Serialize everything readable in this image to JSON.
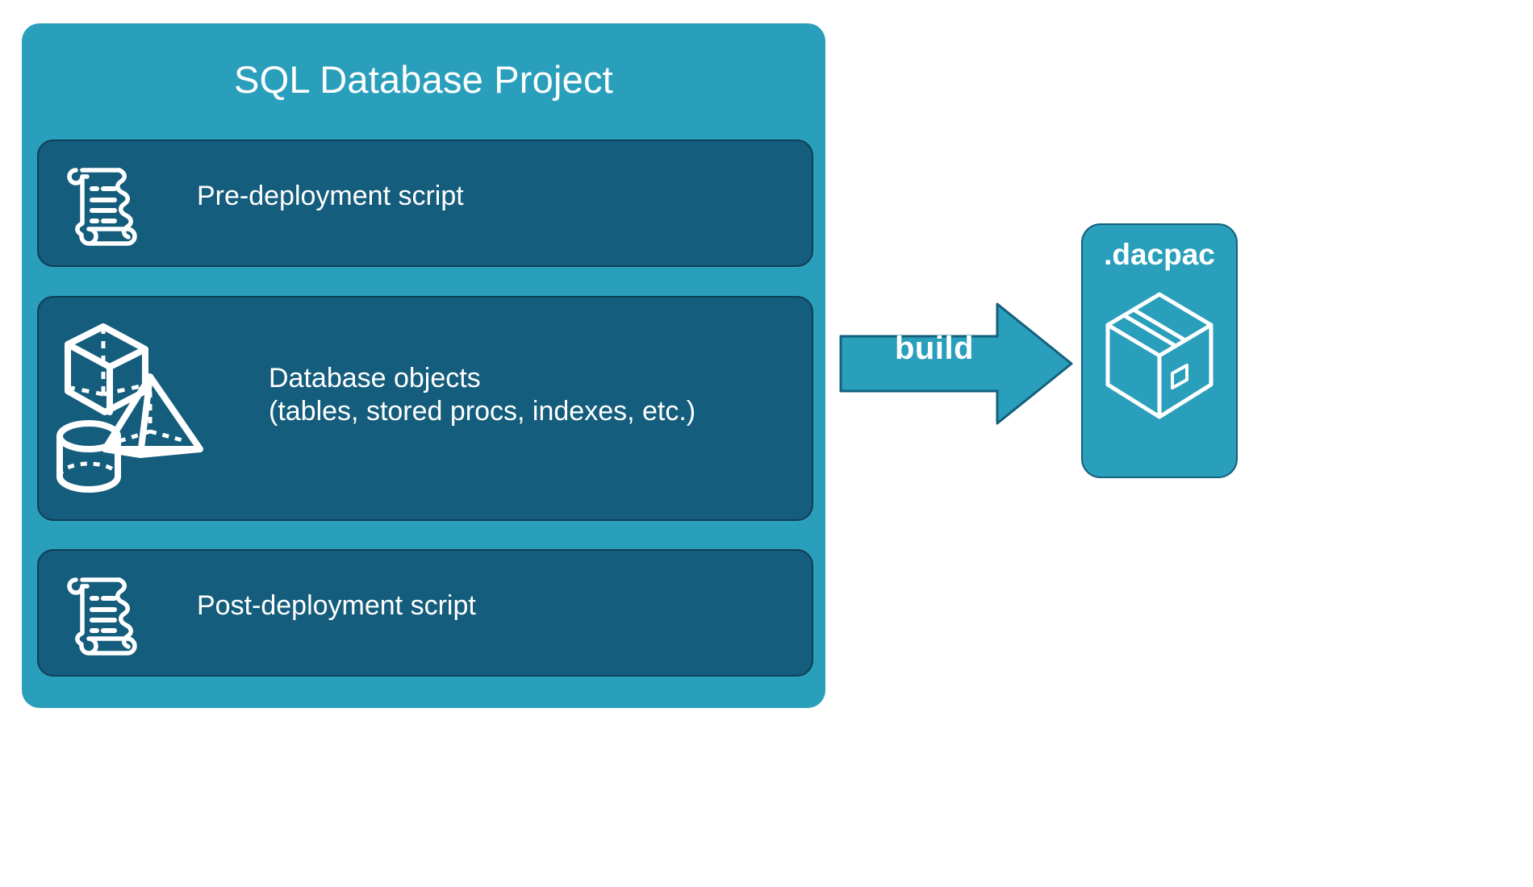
{
  "diagram": {
    "title": "SQL Database Project",
    "background_color": "#ffffff",
    "container_color": "#2a9fbc",
    "panel_color": "#155d7c",
    "panel_border_color": "#0e3f58",
    "icon_color": "#ffffff",
    "text_color": "#ffffff"
  },
  "project": {
    "title": "SQL Database Project",
    "panels": [
      {
        "id": "pre-deployment",
        "label": "Pre-deployment script",
        "icon": "scroll-icon"
      },
      {
        "id": "database-objects",
        "label": "Database objects\n(tables, stored procs, indexes, etc.)",
        "icon": "3d-shapes-icon"
      },
      {
        "id": "post-deployment",
        "label": "Post-deployment script",
        "icon": "scroll-icon"
      }
    ]
  },
  "flow": {
    "arrow_label": "build",
    "arrow_color": "#2a9fbc",
    "arrow_stroke_color": "#14607d",
    "arrow_direction": "right"
  },
  "output": {
    "title": ".dacpac",
    "icon": "package-box-icon",
    "card_color": "#2a9fbc"
  }
}
